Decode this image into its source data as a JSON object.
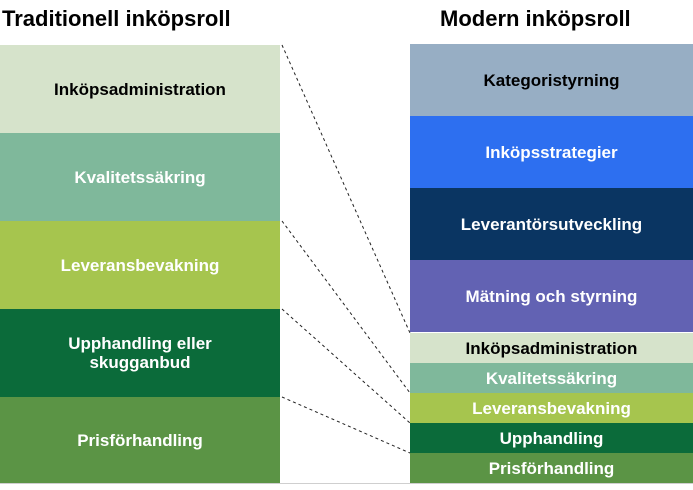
{
  "headings": {
    "left": "Traditionell inköpsroll",
    "right": "Modern inköpsroll"
  },
  "traditional": [
    {
      "label": "Inköpsadministration",
      "bg": "#d6e3cb",
      "fg": "#000000"
    },
    {
      "label": "Kvalitetssäkring",
      "bg": "#7fb89b",
      "fg": "#ffffff"
    },
    {
      "label": "Leveransbevakning",
      "bg": "#a6c54e",
      "fg": "#ffffff"
    },
    {
      "label": "Upphandling eller\nskugganbud",
      "bg": "#0b6b3a",
      "fg": "#ffffff"
    },
    {
      "label": "Prisförhandling",
      "bg": "#5b9445",
      "fg": "#ffffff"
    }
  ],
  "modern": [
    {
      "label": "Kategoristyrning",
      "bg": "#97aec4",
      "fg": "#000000"
    },
    {
      "label": "Inköpsstrategier",
      "bg": "#2d6ff0",
      "fg": "#ffffff"
    },
    {
      "label": "Leverantörsutveckling",
      "bg": "#0a3562",
      "fg": "#ffffff"
    },
    {
      "label": "Mätning och styrning",
      "bg": "#6262b3",
      "fg": "#ffffff"
    },
    {
      "label": "Inköpsadministration",
      "bg": "#d6e3cb",
      "fg": "#000000"
    },
    {
      "label": "Kvalitetssäkring",
      "bg": "#7fb89b",
      "fg": "#ffffff"
    },
    {
      "label": "Leveransbevakning",
      "bg": "#a6c54e",
      "fg": "#ffffff"
    },
    {
      "label": "Upphandling",
      "bg": "#0b6b3a",
      "fg": "#ffffff"
    },
    {
      "label": "Prisförhandling",
      "bg": "#5b9445",
      "fg": "#ffffff"
    }
  ]
}
